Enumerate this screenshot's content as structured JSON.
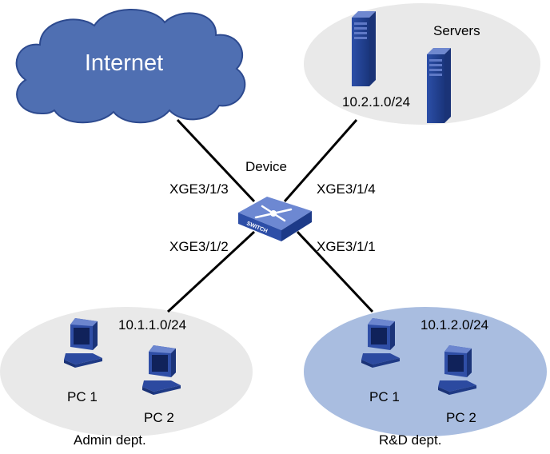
{
  "colors": {
    "internet_cloud": "#4f6fb2",
    "gray_zone": "#e9e9e9",
    "rd_zone": "#a9bde0",
    "device_blue": "#3d5fb7",
    "line": "#000000"
  },
  "internet": {
    "label": "Internet",
    "icon": "cloud-icon"
  },
  "servers": {
    "label": "Servers",
    "subnet": "10.2.1.0/24",
    "icon": "server-tower-icon"
  },
  "device": {
    "label": "Device",
    "icon_text": "SWITCH",
    "icon": "switch-icon",
    "ports": {
      "to_internet": "XGE3/1/3",
      "to_servers": "XGE3/1/4",
      "to_admin": "XGE3/1/2",
      "to_rd": "XGE3/1/1"
    }
  },
  "admin": {
    "label": "Admin dept.",
    "subnet": "10.1.1.0/24",
    "pcs": [
      {
        "label": "PC 1"
      },
      {
        "label": "PC 2"
      }
    ]
  },
  "rd": {
    "label": "R&D dept.",
    "subnet": "10.1.2.0/24",
    "pcs": [
      {
        "label": "PC 1"
      },
      {
        "label": "PC 2"
      }
    ]
  }
}
